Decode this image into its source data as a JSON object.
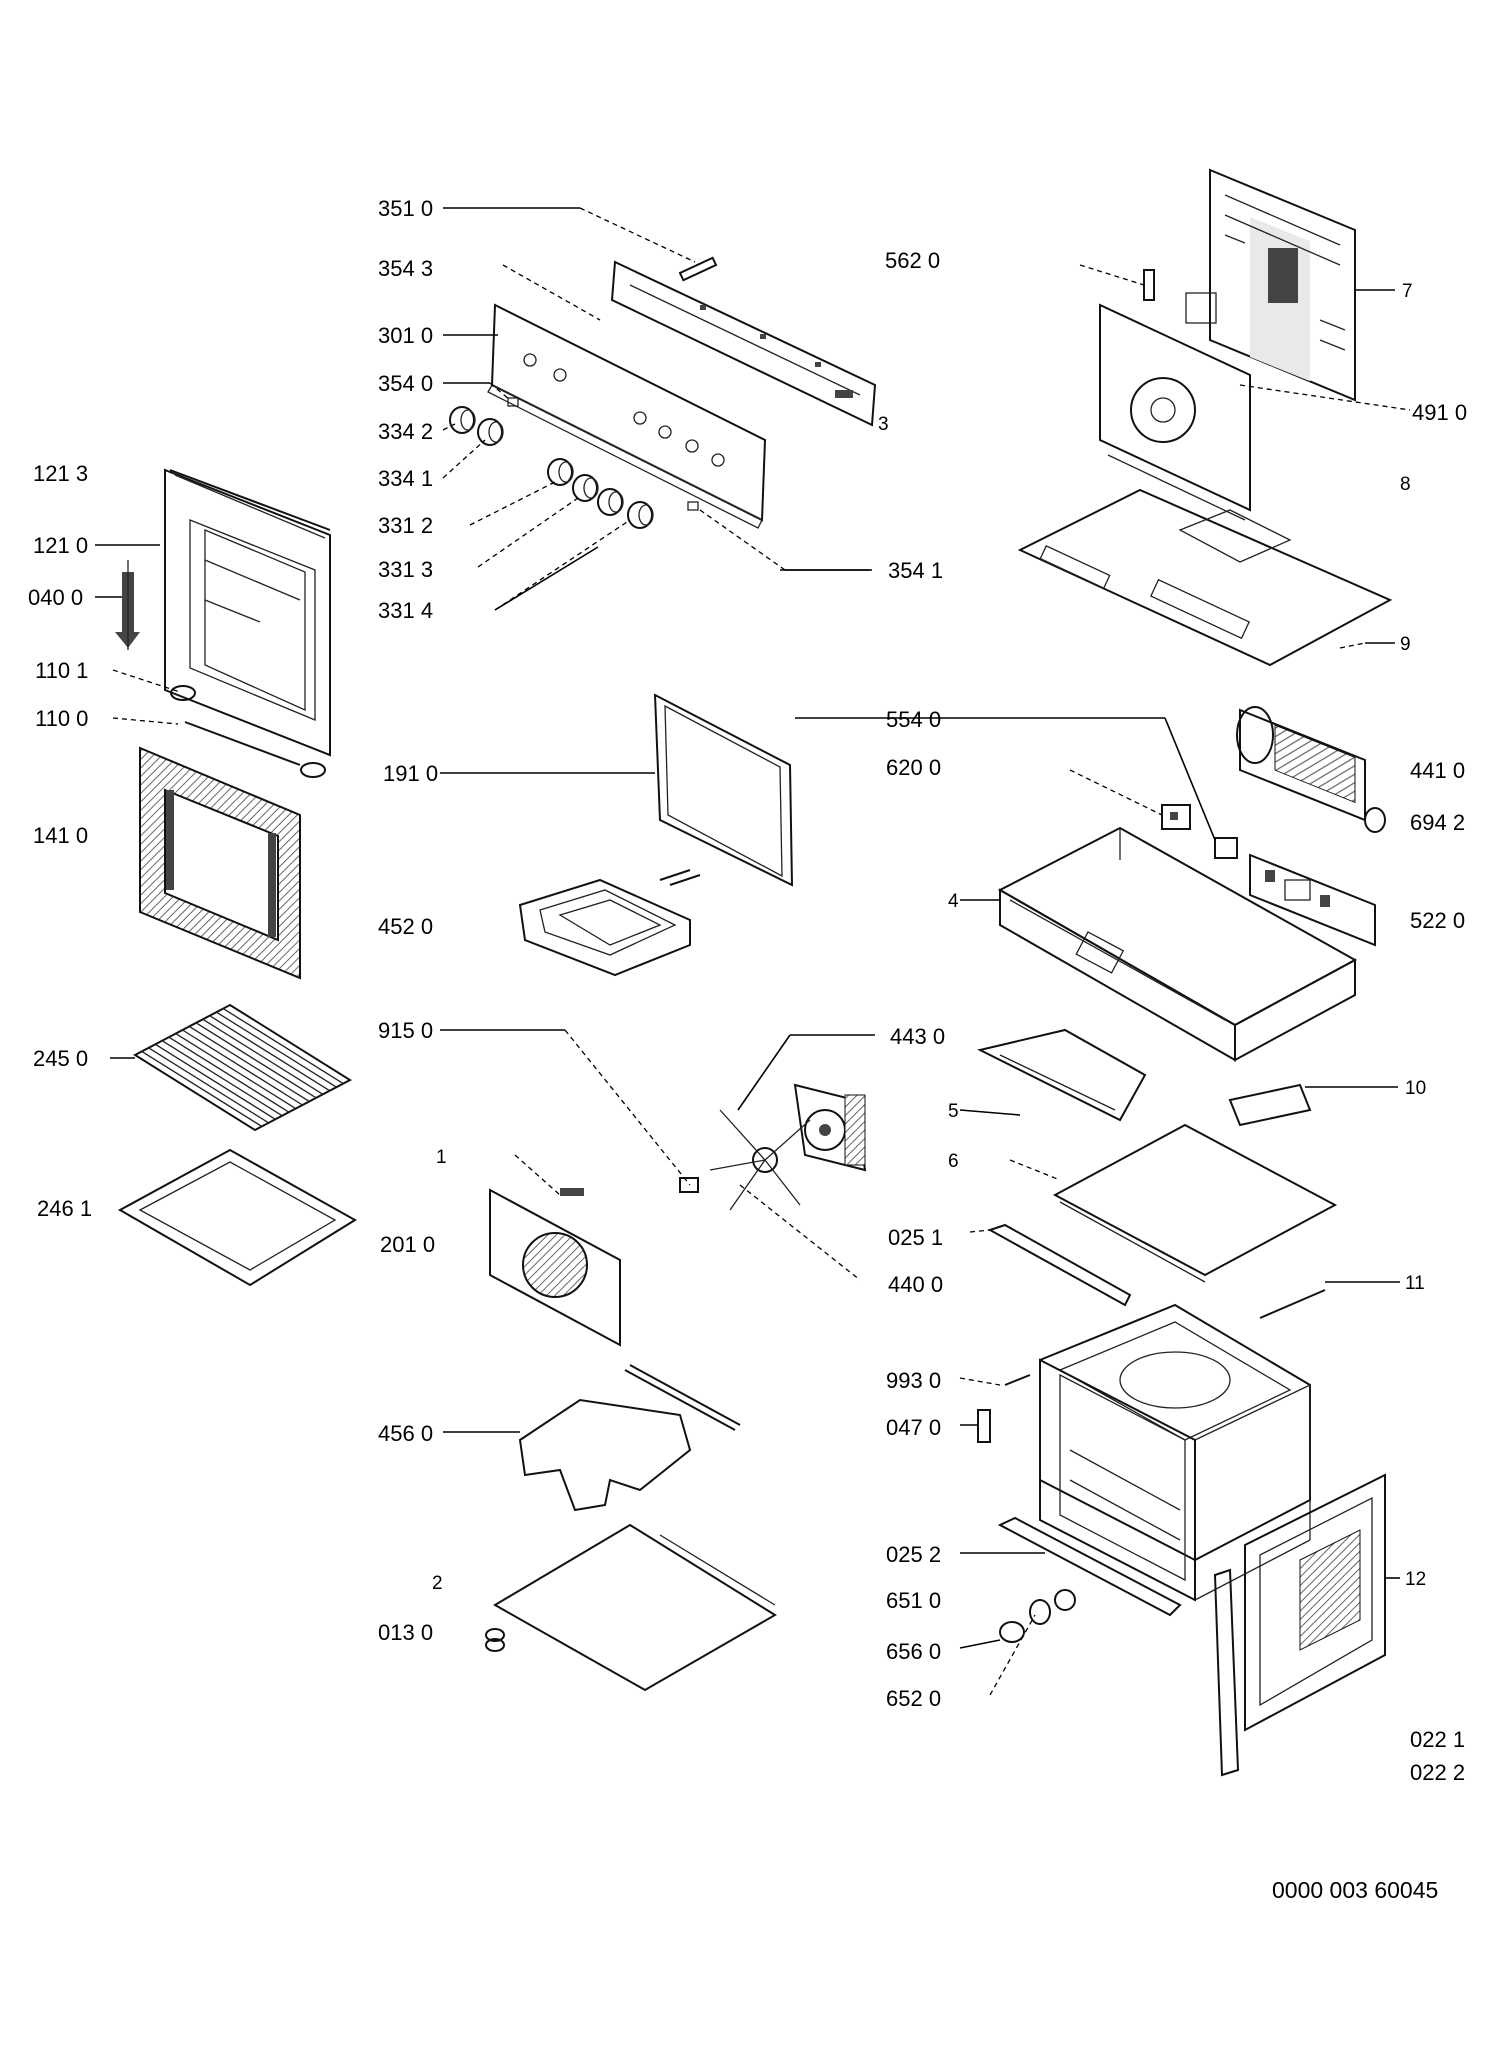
{
  "diagram": {
    "parts": [
      {
        "id": "p3510",
        "label": "351 0"
      },
      {
        "id": "p3543",
        "label": "354 3"
      },
      {
        "id": "p3010",
        "label": "301 0"
      },
      {
        "id": "p3540",
        "label": "354 0"
      },
      {
        "id": "p3342",
        "label": "334 2"
      },
      {
        "id": "p3341",
        "label": "334 1"
      },
      {
        "id": "p3312",
        "label": "331 2"
      },
      {
        "id": "p3313",
        "label": "331 3"
      },
      {
        "id": "p3314",
        "label": "331 4"
      },
      {
        "id": "p3",
        "label": "3"
      },
      {
        "id": "p3541",
        "label": "354 1"
      },
      {
        "id": "p5620",
        "label": "562 0"
      },
      {
        "id": "p7",
        "label": "7"
      },
      {
        "id": "p4910",
        "label": "491 0"
      },
      {
        "id": "p8",
        "label": "8"
      },
      {
        "id": "p9",
        "label": "9"
      },
      {
        "id": "p1213",
        "label": "121 3"
      },
      {
        "id": "p1210",
        "label": "121 0"
      },
      {
        "id": "p0400",
        "label": "040 0"
      },
      {
        "id": "p1101",
        "label": "110 1"
      },
      {
        "id": "p1100",
        "label": "110 0"
      },
      {
        "id": "p1410",
        "label": "141 0"
      },
      {
        "id": "p1910",
        "label": "191 0"
      },
      {
        "id": "p4520",
        "label": "452 0"
      },
      {
        "id": "p5540",
        "label": "554 0"
      },
      {
        "id": "p6200",
        "label": "620 0"
      },
      {
        "id": "p4410",
        "label": "441 0"
      },
      {
        "id": "p6942",
        "label": "694 2"
      },
      {
        "id": "p4",
        "label": "4"
      },
      {
        "id": "p5220",
        "label": "522 0"
      },
      {
        "id": "p2450",
        "label": "245 0"
      },
      {
        "id": "p9150",
        "label": "915 0"
      },
      {
        "id": "p4430",
        "label": "443 0"
      },
      {
        "id": "p5",
        "label": "5"
      },
      {
        "id": "p10",
        "label": "10"
      },
      {
        "id": "p1",
        "label": "1"
      },
      {
        "id": "p6",
        "label": "6"
      },
      {
        "id": "p2461",
        "label": "246 1"
      },
      {
        "id": "p2010",
        "label": "201 0"
      },
      {
        "id": "p0251",
        "label": "025 1"
      },
      {
        "id": "p4400",
        "label": "440 0"
      },
      {
        "id": "p11",
        "label": "11"
      },
      {
        "id": "p9930",
        "label": "993 0"
      },
      {
        "id": "p0470",
        "label": "047 0"
      },
      {
        "id": "p4560",
        "label": "456 0"
      },
      {
        "id": "p0252",
        "label": "025 2"
      },
      {
        "id": "p12",
        "label": "12"
      },
      {
        "id": "p6510",
        "label": "651 0"
      },
      {
        "id": "p2",
        "label": "2"
      },
      {
        "id": "p0130",
        "label": "013 0"
      },
      {
        "id": "p6560",
        "label": "656 0"
      },
      {
        "id": "p6520",
        "label": "652 0"
      },
      {
        "id": "p0221",
        "label": "022 1"
      },
      {
        "id": "p0222",
        "label": "022 2"
      }
    ],
    "document_number": "0000 003 60045"
  }
}
